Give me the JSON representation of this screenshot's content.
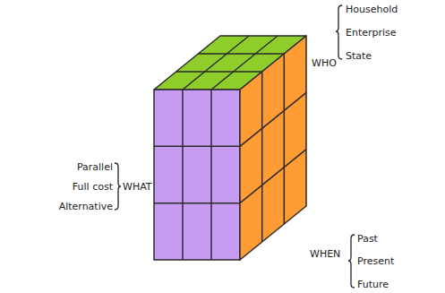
{
  "diagram": {
    "labels": [
      "WHO",
      "Household",
      "Enterprise",
      "State",
      "Parallel",
      "Full cost",
      "Alternative",
      "WHAT",
      "WHEN",
      "Past",
      "Present",
      "Future"
    ]
  }
}
